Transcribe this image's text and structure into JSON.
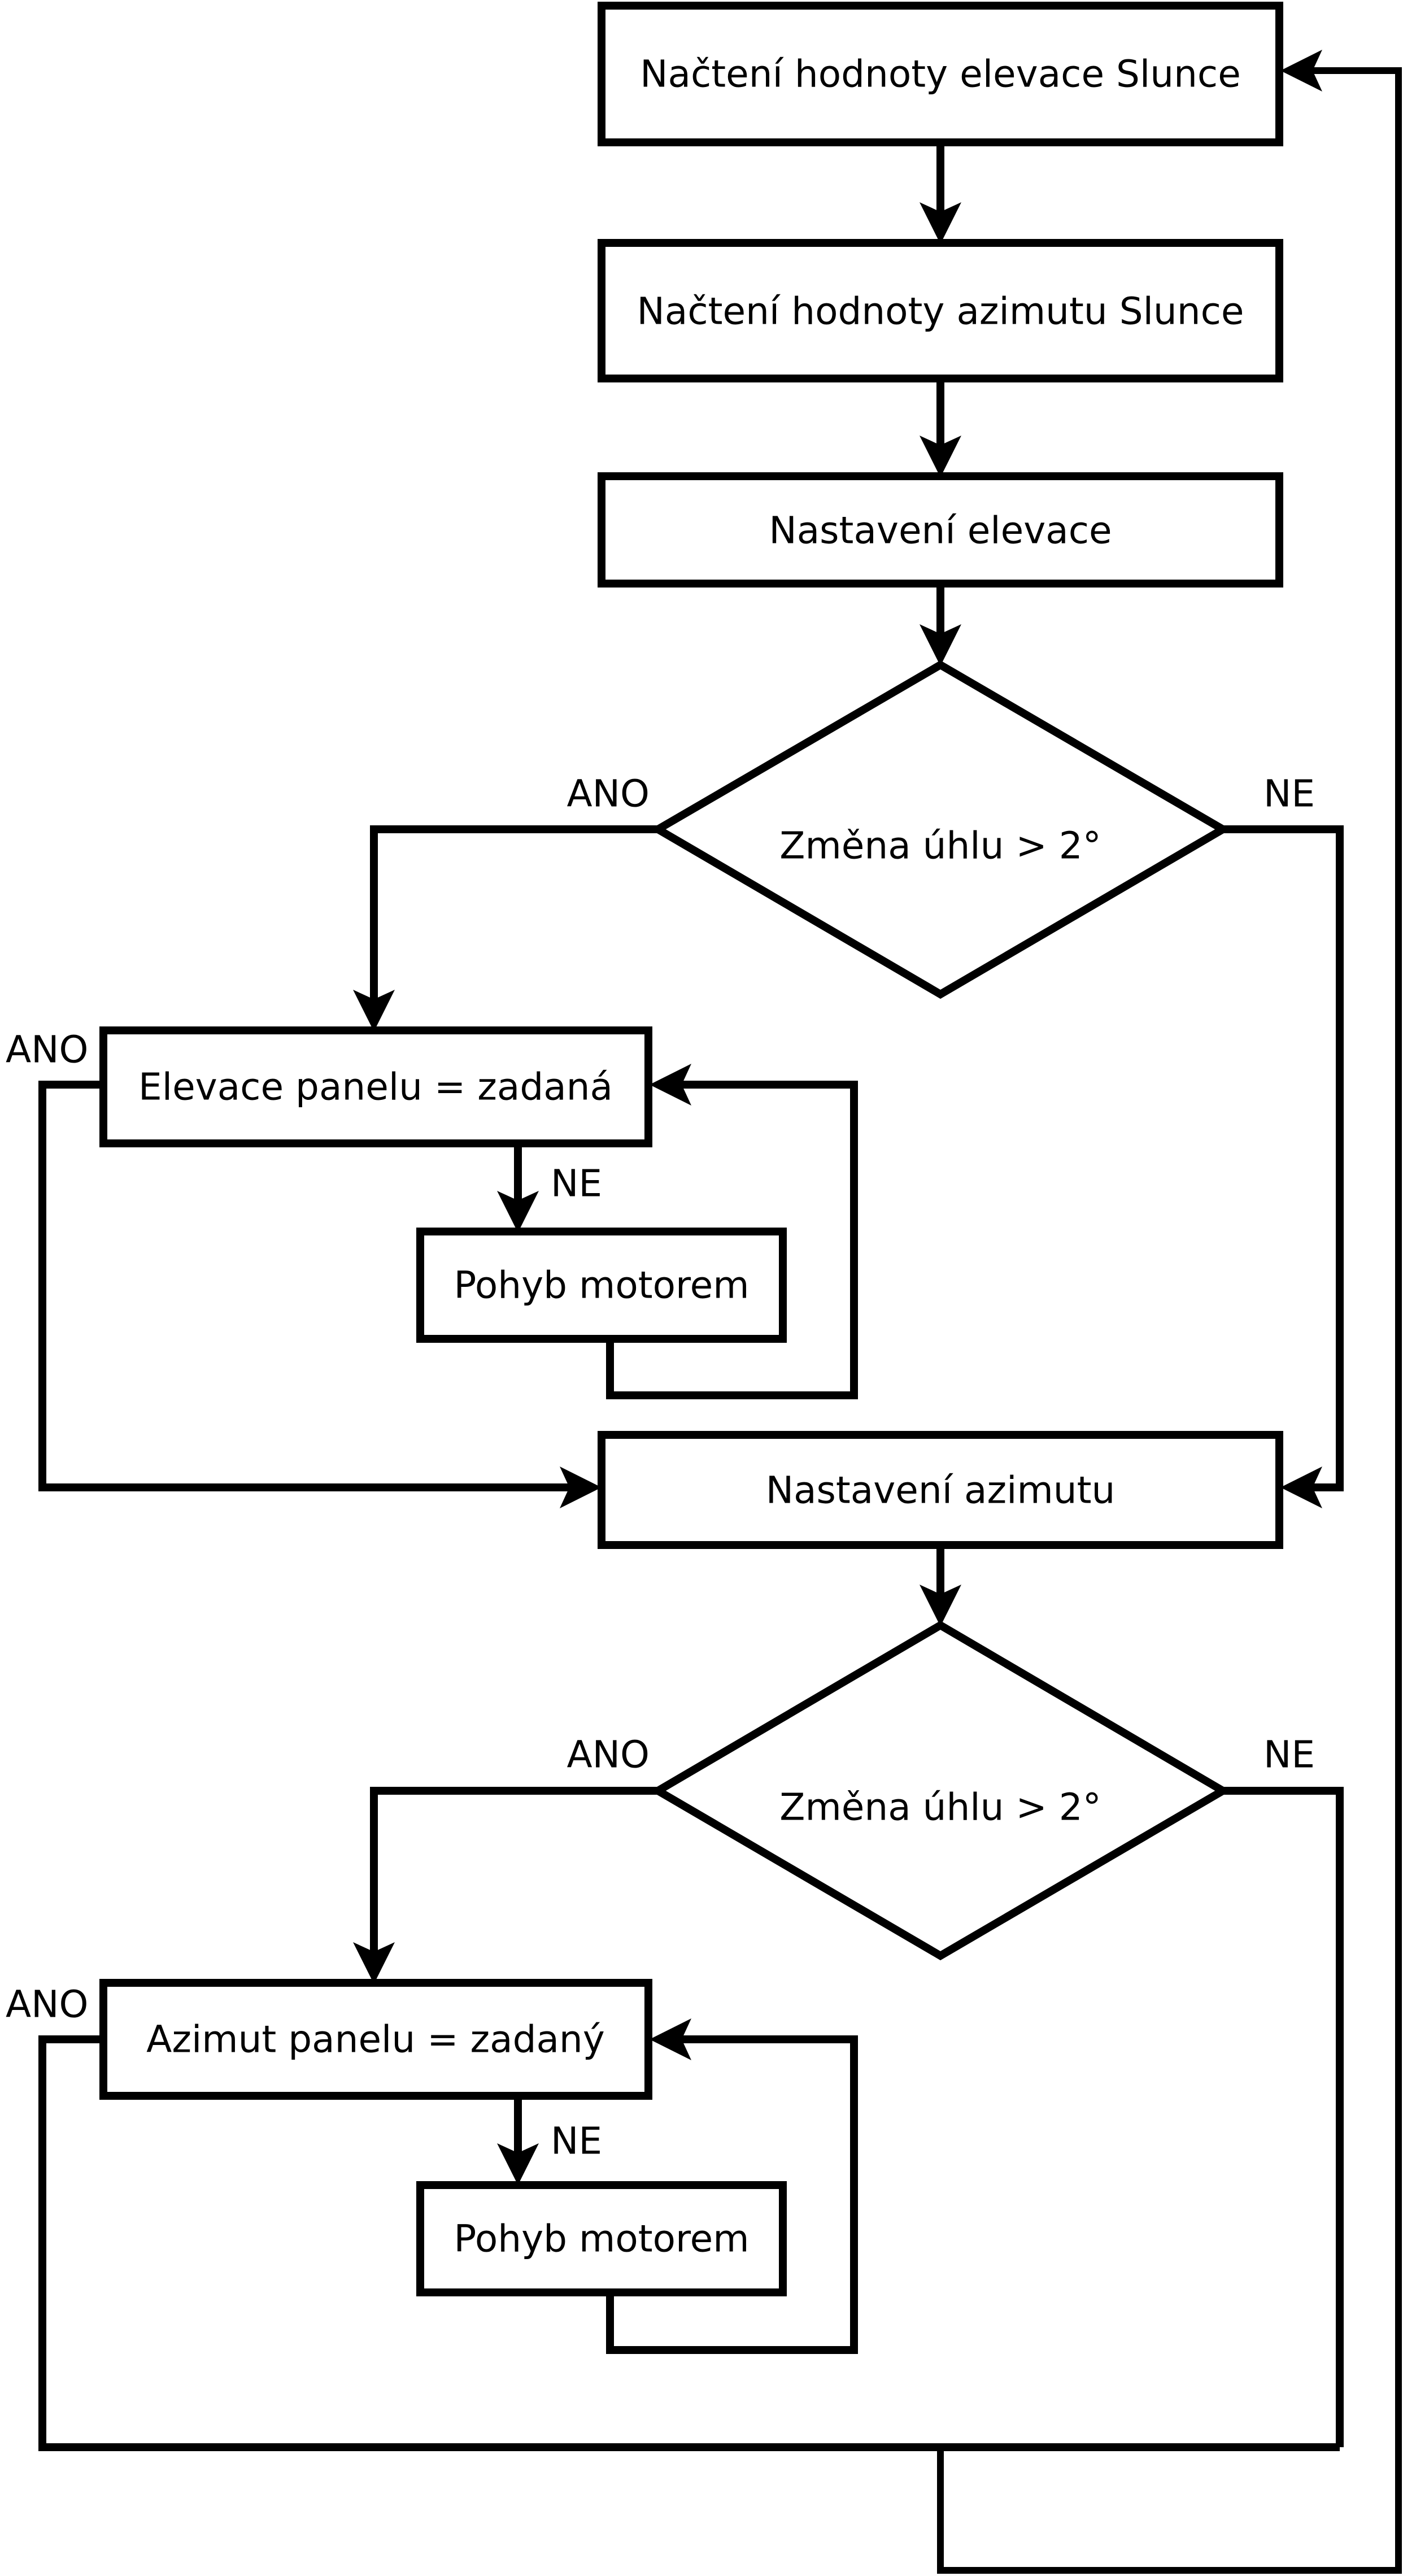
{
  "flowchart": {
    "colors": {
      "stroke": "#000000",
      "fill": "#ffffff",
      "text": "#000000"
    },
    "nodes": {
      "load_elevation": "Načtení hodnoty elevace Slunce",
      "load_azimuth": "Načtení hodnoty azimutu Slunce",
      "set_elevation": "Nastavení elevace",
      "elevation_change_check": "Změna úhlu > 2°",
      "elevation_panel_equals": "Elevace panelu = zadaná",
      "elevation_motor_move": "Pohyb motorem",
      "set_azimuth": "Nastavení azimutu",
      "azimuth_change_check": "Změna úhlu > 2°",
      "azimuth_panel_equals": "Azimut panelu = zadaný",
      "azimuth_motor_move": "Pohyb motorem"
    },
    "branch_labels": {
      "yes": "ANO",
      "no": "NE"
    }
  }
}
